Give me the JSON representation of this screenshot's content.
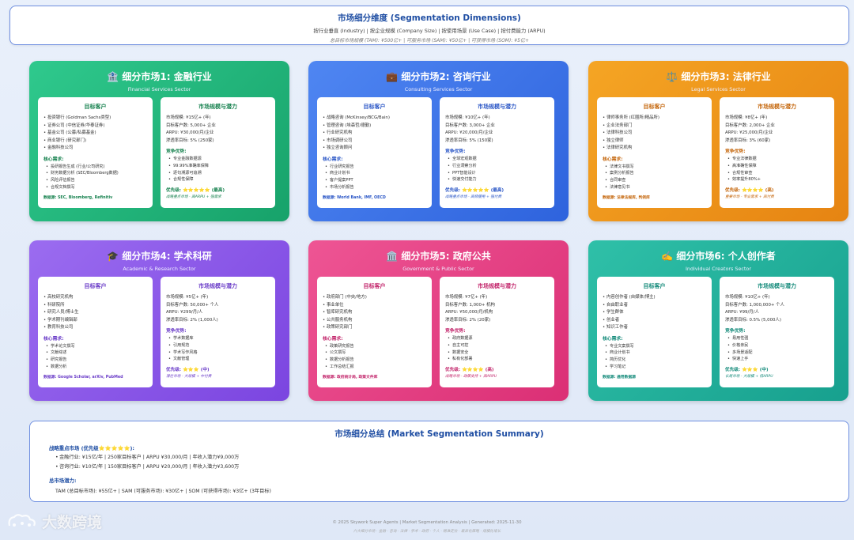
{
  "header": {
    "title": "市场细分维度 (Segmentation Dimensions)",
    "dims": "按行业垂直 (Industry) | 按企业规模 (Company Size) | 按使用场景 (Use Case) | 按付费能力 (ARPU)",
    "total": "总目标市场规模 (TAM): ¥500亿+ | 可服务市场 (SAM): ¥50亿+ | 可获得市场 (SOM): ¥5亿+"
  },
  "cards": [
    {
      "icon": "🏦",
      "title": "细分市场1: 金融行业",
      "subtitle": "Financial Services Sector",
      "color_from": "#2fc98d",
      "color_to": "#17a26a",
      "accent": "#17824f",
      "left_title": "目标客户",
      "customers": [
        "投资银行 (Goldman Sachs类型)",
        "证券公司 (中信证券/华泰证券)",
        "基金公司 (公募/私募基金)",
        "商业银行 (研究部门)",
        "金融科技公司"
      ],
      "needs_title": "核心需求:",
      "needs": [
        "投研报告生成 (行业/公司研究)",
        "财务数据分析 (SEC/Bloomberg数据)",
        "风险评估报告",
        "合规文档撰写"
      ],
      "data_source": "数据源: SEC, Bloomberg, Refinitiv",
      "right_title": "市场规模与潜力",
      "stats": [
        "市场规模: ¥15亿+ (年)",
        "目标客户数: 5,000+ 企业",
        "ARPU: ¥30,000/月/企业",
        "渗透率目标: 5% (250家)"
      ],
      "adv_title": "竞争优势:",
      "advantages": [
        "专业金融数据源",
        "99.99%准确率保障",
        "逐句溯源可追溯",
        "合规性保障"
      ],
      "priority": "优先级: ⭐⭐⭐⭐⭐ (最高)",
      "priority_note": "战略重点市场 - 高ARPU + 强需求"
    },
    {
      "icon": "💼",
      "title": "细分市场2: 咨询行业",
      "subtitle": "Consulting Services Sector",
      "color_from": "#4f86f2",
      "color_to": "#2e63dd",
      "accent": "#2a56c6",
      "left_title": "目标客户",
      "customers": [
        "战略咨询 (McKinsey/BCG/Bain)",
        "管理咨询 (埃森哲/德勤)",
        "行业研究机构",
        "市场调研公司",
        "独立咨询顾问"
      ],
      "needs_title": "核心需求:",
      "needs": [
        "行业研究报告",
        "商业计划书",
        "客户提案PPT",
        "市场分析报告"
      ],
      "data_source": "数据源: World Bank, IMF, OECD",
      "right_title": "市场规模与潜力",
      "stats": [
        "市场规模: ¥10亿+ (年)",
        "目标客户数: 3,000+ 企业",
        "ARPU: ¥20,000/月/企业",
        "渗透率目标: 5% (150家)"
      ],
      "adv_title": "竞争优势:",
      "advantages": [
        "全球宏观数据",
        "行业洞察分析",
        "PPT智能设计",
        "快速交付能力"
      ],
      "priority": "优先级: ⭐⭐⭐⭐⭐ (最高)",
      "priority_note": "战略重点市场 - 高频使用 + 强付费"
    },
    {
      "icon": "⚖️",
      "title": "细分市场3: 法律行业",
      "subtitle": "Legal Services Sector",
      "color_from": "#f5a524",
      "color_to": "#e68412",
      "accent": "#c4650a",
      "left_title": "目标客户",
      "customers": [
        "律师事务所 (红圈所/精品所)",
        "企业法务部门",
        "法律科技公司",
        "独立律师",
        "法律研究机构"
      ],
      "needs_title": "核心需求:",
      "needs": [
        "法律文书撰写",
        "案例分析报告",
        "合同审查",
        "法律意见书"
      ],
      "data_source": "数据源: 法律法规库, 判例库",
      "right_title": "市场规模与潜力",
      "stats": [
        "市场规模: ¥8亿+ (年)",
        "目标客户数: 2,000+ 企业",
        "ARPU: ¥25,000/月/企业",
        "渗透率目标: 3% (60家)"
      ],
      "adv_title": "竞争优势:",
      "advantages": [
        "专业法律数据",
        "高准确性保障",
        "合规性审查",
        "效率提升80%+"
      ],
      "priority": "优先级: ⭐⭐⭐⭐ (高)",
      "priority_note": "重要市场 - 专业需求 + 高付费"
    },
    {
      "icon": "🎓",
      "title": "细分市场4: 学术科研",
      "subtitle": "Academic & Research Sector",
      "color_from": "#9b6cf0",
      "color_to": "#7b45e0",
      "accent": "#6a3cc8",
      "left_title": "目标客户",
      "customers": [
        "高校研究机构",
        "科研院所",
        "研究人员/博士生",
        "学术期刊编辑部",
        "教育科技公司"
      ],
      "needs_title": "核心需求:",
      "needs": [
        "学术论文撰写",
        "文献综述",
        "研究报告",
        "数据分析"
      ],
      "data_source": "数据源: Google Scholar, arXiv, PubMed",
      "right_title": "市场规模与潜力",
      "stats": [
        "市场规模: ¥5亿+ (年)",
        "目标客户数: 50,000+ 个人",
        "ARPU: ¥299/月/人",
        "渗透率目标: 2% (1,000人)"
      ],
      "adv_title": "竞争优势:",
      "advantages": [
        "学术数据库",
        "引用规范",
        "学术写作风格",
        "文献管理"
      ],
      "priority": "优先级: ⭐⭐⭐ (中)",
      "priority_note": "潜在市场 - 大规模 + 中付费"
    },
    {
      "icon": "🏛️",
      "title": "细分市场5: 政府公共",
      "subtitle": "Government & Public Sector",
      "color_from": "#ee5594",
      "color_to": "#db2f75",
      "accent": "#c2246a",
      "left_title": "目标客户",
      "customers": [
        "政府部门 (中央/地方)",
        "事业单位",
        "智库研究机构",
        "公共服务机构",
        "政策研究部门"
      ],
      "needs_title": "核心需求:",
      "needs": [
        "政策研究报告",
        "公文撰写",
        "数据分析报告",
        "工作总结汇报"
      ],
      "data_source": "数据源: 政府统计局, 政策文件库",
      "right_title": "市场规模与潜力",
      "stats": [
        "市场规模: ¥7亿+ (年)",
        "目标客户数: 1,000+ 机构",
        "ARPU: ¥50,000/月/机构",
        "渗透率目标: 2% (20家)"
      ],
      "adv_title": "竞争优势:",
      "advantages": [
        "政府数据源",
        "自主可控",
        "数据安全",
        "私有化部署"
      ],
      "priority": "优先级: ⭐⭐⭐⭐ (高)",
      "priority_note": "战略市场 - 政策支持 + 高ARPU"
    },
    {
      "icon": "✍️",
      "title": "细分市场6: 个人创作者",
      "subtitle": "Individual Creators Sector",
      "color_from": "#2fc0a8",
      "color_to": "#17a08e",
      "accent": "#138a7a",
      "left_title": "目标客户",
      "customers": [
        "内容创作者 (自媒体/博主)",
        "自由职业者",
        "学生群体",
        "创业者",
        "知识工作者"
      ],
      "needs_title": "核心需求:",
      "needs": [
        "专业文案撰写",
        "商业计划书",
        "简历优化",
        "学习笔记"
      ],
      "data_source": "数据源: 通用数据源",
      "right_title": "市场规模与潜力",
      "stats": [
        "市场规模: ¥10亿+ (年)",
        "目标客户数: 1,000,000+ 个人",
        "ARPU: ¥99/月/人",
        "渗透率目标: 0.5% (5,000人)"
      ],
      "adv_title": "竞争优势:",
      "advantages": [
        "易用性强",
        "价格亲民",
        "多场景适配",
        "快速上手"
      ],
      "priority": "优先级: ⭐⭐⭐ (中)",
      "priority_note": "长尾市场 - 大规模 + 低ARPU"
    }
  ],
  "summary": {
    "title": "市场细分总结 (Market Segmentation Summary)",
    "strategic_heading": "战略重点市场 (优先级⭐⭐⭐⭐⭐):",
    "strategic_items": [
      "金融行业: ¥15亿/年 | 250家目标客户 | ARPU ¥30,000/月 | 年收入潜力¥9,000万",
      "咨询行业: ¥10亿/年 | 150家目标客户 | ARPU ¥20,000/月 | 年收入潜力¥3,600万"
    ],
    "total_heading": "总市场潜力:",
    "total_line": "TAM (总目标市场): ¥55亿+ | SAM (可服务市场): ¥30亿+ | SOM (可获得市场): ¥3亿+ (3年目标)"
  },
  "footer": {
    "line1": "© 2025 Skywork Super Agents | Market Segmentation Analysis | Generated: 2025-11-30",
    "line2": "六大细分市场 · 金融 · 咨询 · 法律 · 学术 · 政府 · 个人 · 精准定位 · 差异化策略 · 规模化增长"
  },
  "watermark": "大数跨境"
}
